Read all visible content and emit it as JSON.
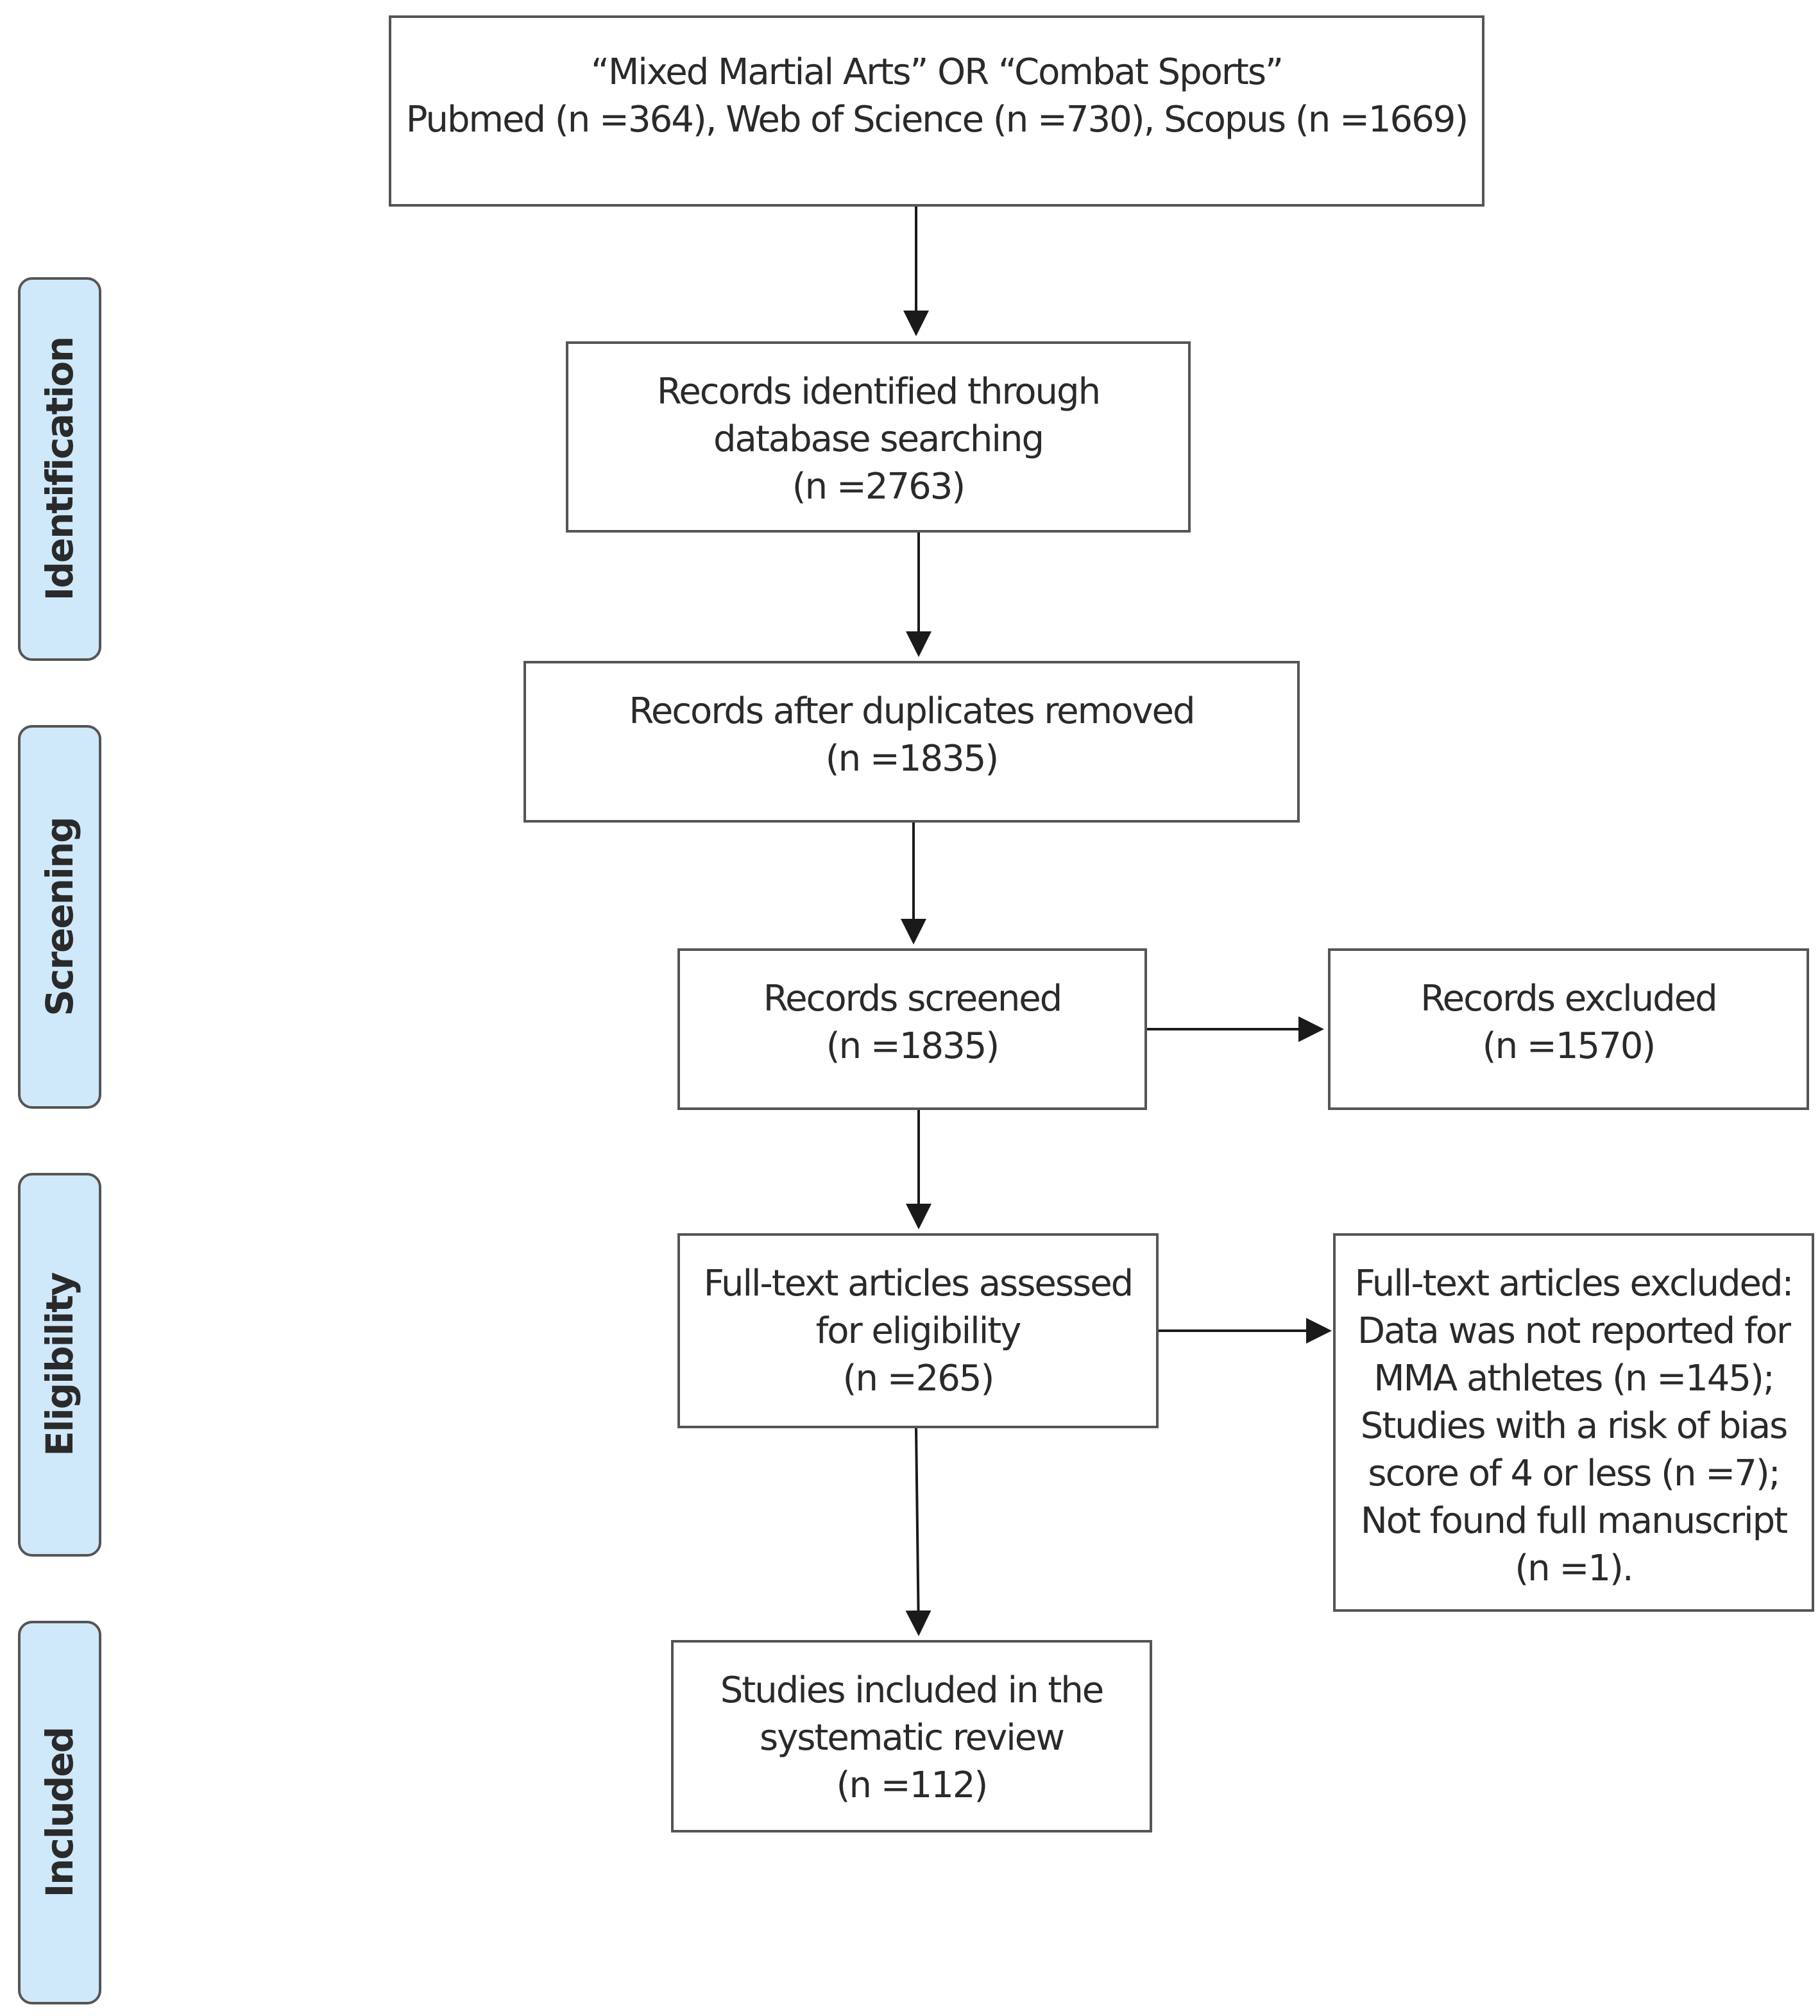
{
  "stages": {
    "identification": "Identification",
    "screening": "Screening",
    "eligibility": "Eligibility",
    "included": "Included"
  },
  "boxes": {
    "search": {
      "line1": "“Mixed Martial Arts” OR “Combat Sports”",
      "line2": "Pubmed (n =364), Web of Science (n =730), Scopus (n =1669)"
    },
    "identified": {
      "line1": "Records identified through",
      "line2": "database searching",
      "line3": "(n =2763)"
    },
    "deduplicated": {
      "line1": "Records after duplicates removed",
      "line2": "(n =1835)"
    },
    "screened": {
      "line1": "Records screened",
      "line2": "(n =1835)"
    },
    "excluded": {
      "line1": "Records excluded",
      "line2": "(n =1570)"
    },
    "fulltext": {
      "line1": "Full-text articles assessed",
      "line2": "for eligibility",
      "line3": "(n =265)"
    },
    "fulltext_excluded": {
      "line1": "Full-text articles excluded:",
      "line2": "Data was not reported for",
      "line3": "MMA athletes (n =145);",
      "line4": "Studies with a risk of bias",
      "line5": "score of 4 or less (n =7);",
      "line6": "Not found full manuscript",
      "line7": "(n =1)."
    },
    "included": {
      "line1": "Studies included in the",
      "line2": "systematic review",
      "line3": "(n =112)"
    }
  },
  "colors": {
    "stage_fill": "#cfe9fb",
    "border": "#555555",
    "arrow": "#1a1a1a"
  }
}
